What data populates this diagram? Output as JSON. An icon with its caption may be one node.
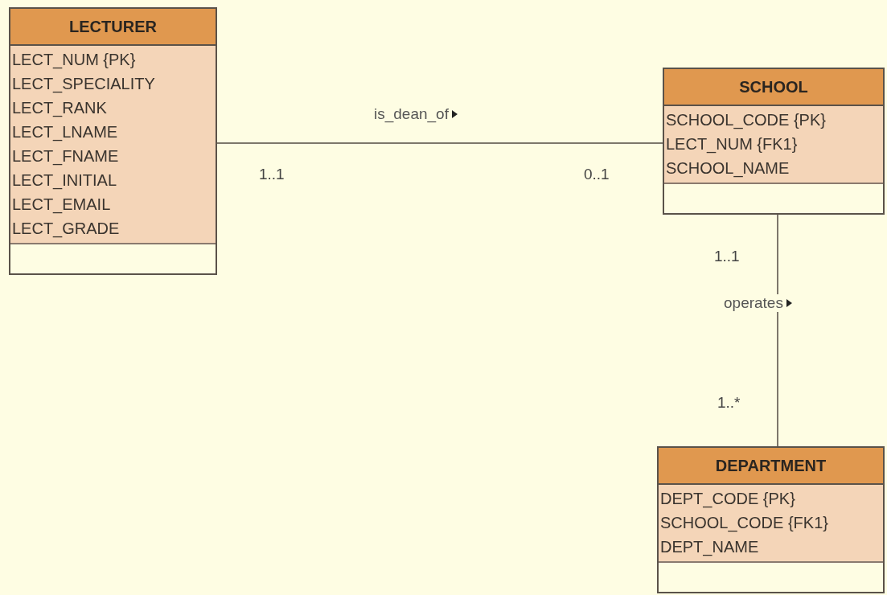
{
  "diagram": {
    "nodes": [
      {
        "text": [
          "LECTURER",
          "LECT_NUM {PK}",
          "LECT_SPECIALITY",
          "LECT_RANK",
          "LECT_LNAME",
          "LECT_FNAME",
          "LECT_INITIAL",
          "LECT_EMAIL",
          "LECT_GRADE"
        ]
      },
      {
        "text": [
          "SCHOOL",
          "SCHOOL_CODE {PK}",
          "LECT_NUM {FK1}",
          "SCHOOL_NAME"
        ]
      },
      {
        "text": [
          "DEPARTMENT",
          "DEPT_CODE {PK}",
          "SCHOOL_CODE {FK1}",
          "DEPT_NAME"
        ]
      }
    ],
    "edges": [
      {
        "from": 0,
        "to": 1,
        "arrow": "none",
        "label": "is_dean_of"
      },
      {
        "from": 1,
        "to": 2,
        "arrow": "none",
        "label": "operates"
      }
    ],
    "labels": [
      "1..1",
      "0..1",
      "1..1",
      "1..*"
    ]
  }
}
